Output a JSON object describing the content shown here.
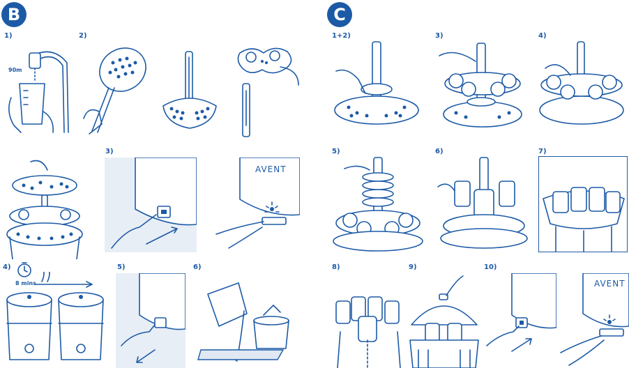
{
  "sections": {
    "b": "B",
    "c": "C"
  },
  "steps": {
    "b1": "1)",
    "b2": "2)",
    "b3": "3)",
    "b4": "4)",
    "b5": "5)",
    "b6": "6)",
    "c12": "1+2)",
    "c3": "3)",
    "c4": "4)",
    "c5": "5)",
    "c6": "6)",
    "c7": "7)",
    "c8": "8)",
    "c9": "9)",
    "c10": "10)"
  },
  "labels": {
    "water_amount": "90m",
    "timer": "8 mins",
    "brand_top": "AVENT",
    "brand_bottom": "AVENT"
  },
  "colors": {
    "line": "#1c5aa6",
    "panel_tint": "#e8eef6"
  }
}
